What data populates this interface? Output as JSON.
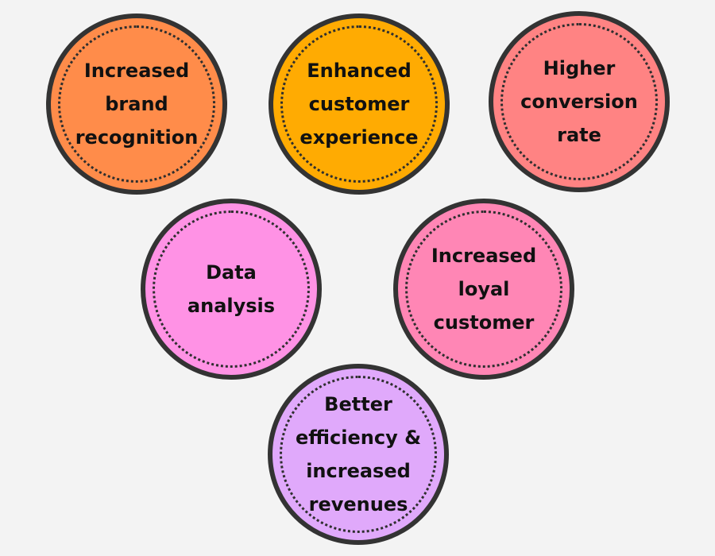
{
  "bubbles": [
    {
      "label": "Increased\nbrand\nrecognition",
      "color": "#ff8c4a"
    },
    {
      "label": "Enhanced\ncustomer\nexperience",
      "color": "#ffab02"
    },
    {
      "label": "Higher\nconversion\nrate",
      "color": "#ff8383"
    },
    {
      "label": "Data\nanalysis",
      "color": "#ff92e5"
    },
    {
      "label": "Increased\nloyal\ncustomer",
      "color": "#ff86b5"
    },
    {
      "label": "Better\nefficiency &\nincreased\nrevenues",
      "color": "#e0a9fb"
    }
  ]
}
